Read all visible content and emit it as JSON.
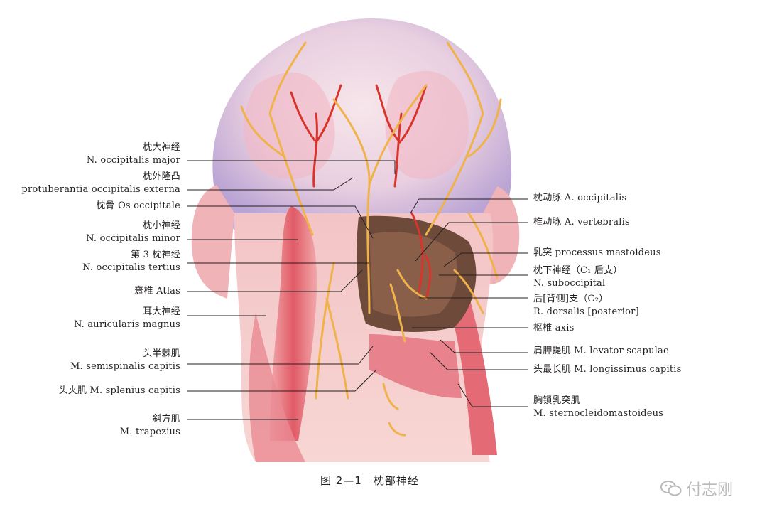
{
  "left_labels": [
    {
      "zh": "枕大神经",
      "la": "N. occipitalis major"
    },
    {
      "zh": "枕外隆凸",
      "la": "protuberantia occipitalis externa"
    },
    {
      "zh": "枕骨 Os occipitale",
      "la": ""
    },
    {
      "zh": "枕小神经",
      "la": "N. occipitalis minor"
    },
    {
      "zh": "第 3 枕神经",
      "la": "N. occipitalis tertius"
    },
    {
      "zh": "寰椎 Atlas",
      "la": ""
    },
    {
      "zh": "耳大神经",
      "la": "N. auricularis magnus"
    },
    {
      "zh": "头半棘肌",
      "la": "M. semispinalis capitis"
    },
    {
      "zh": "头夹肌 M. splenius capitis",
      "la": ""
    },
    {
      "zh": "斜方肌",
      "la": "M. trapezius"
    }
  ],
  "right_labels": [
    {
      "zh": "枕动脉 A. occipitalis",
      "la": ""
    },
    {
      "zh": "椎动脉 A. vertebralis",
      "la": ""
    },
    {
      "zh": "乳突 processus mastoideus",
      "la": ""
    },
    {
      "zh": "枕下神经（C₁ 后支）",
      "la": "N. suboccipital"
    },
    {
      "zh": "后[背侧]支（C₂）",
      "la": "R. dorsalis [posterior]"
    },
    {
      "zh": "枢椎 axis",
      "la": ""
    },
    {
      "zh": "肩胛提肌 M. levator scapulae",
      "la": ""
    },
    {
      "zh": "头最长肌 M. longissimus capitis",
      "la": ""
    },
    {
      "zh": "胸锁乳突肌",
      "la": "M. sternocleidomastoideus"
    }
  ],
  "caption": {
    "number": "图 2—1",
    "title": "枕部神经"
  },
  "watermark": {
    "text": "付志刚",
    "icon": "wechat-icon"
  },
  "colors": {
    "nerve": "#f0b24a",
    "artery": "#d8342c",
    "muscle": "#e4707a",
    "skull": "#cdb7dd",
    "leader": "#231f20"
  }
}
